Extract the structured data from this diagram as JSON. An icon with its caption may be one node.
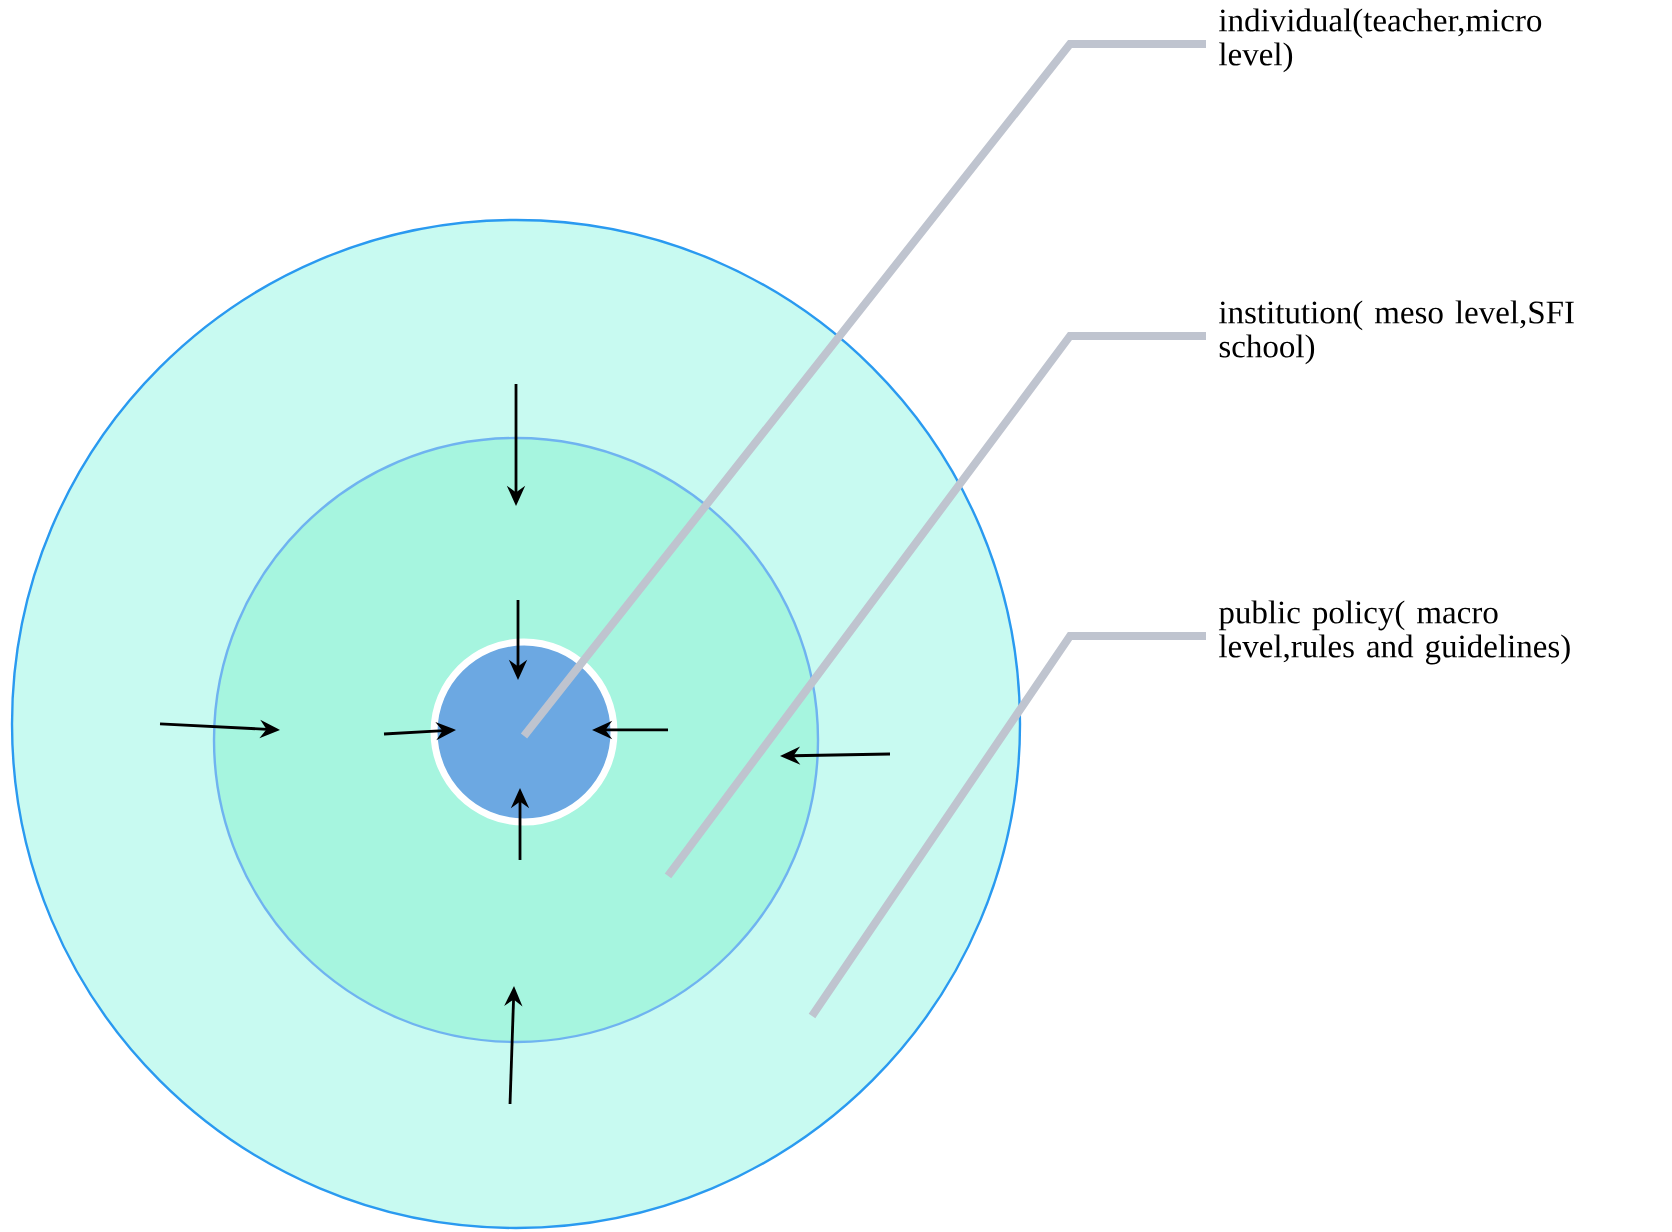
{
  "diagram": {
    "nodes": [
      {
        "text": [],
        "shape": "circle"
      },
      {
        "text": [],
        "shape": "circle",
        "in": 0
      },
      {
        "text": [],
        "shape": "circle",
        "in": 1
      },
      {
        "text": [
          "individual(teacher,micro level)"
        ]
      },
      {
        "text": [
          "institution( meso level,SFI school)"
        ]
      },
      {
        "text": [
          "public policy( macro level,rules and guidelines)"
        ]
      }
    ],
    "edges": [
      {
        "from": 3,
        "to": 2,
        "arrow": "none"
      },
      {
        "from": 4,
        "to": 1,
        "arrow": "none"
      },
      {
        "from": 5,
        "to": 0,
        "arrow": "none"
      }
    ]
  }
}
